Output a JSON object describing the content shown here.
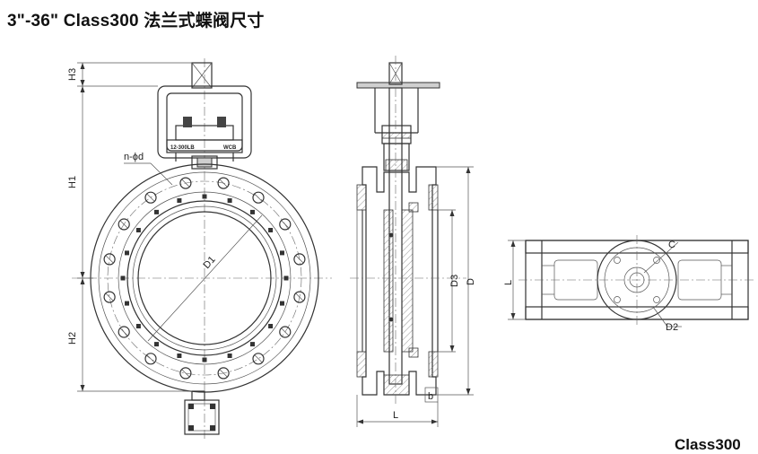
{
  "title": "3\"-36\" Class300 法兰式蝶阀尺寸",
  "footer_text": "Class300",
  "nameplate": {
    "left": "12-300LB",
    "right": "WCB"
  },
  "labels": {
    "h3": "H3",
    "h1": "H1",
    "h2": "H2",
    "n_d": "n-ϕd",
    "d1": "D1",
    "d3": "D3",
    "d": "D",
    "b": "b",
    "l_side": "L",
    "l_top": "L",
    "c": "C",
    "d2": "D2"
  }
}
